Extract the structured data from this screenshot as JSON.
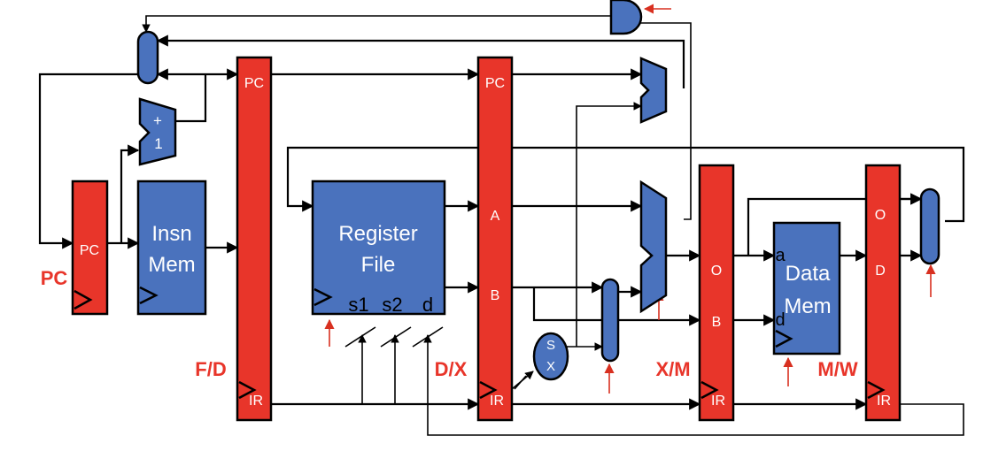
{
  "latches": {
    "pc_reg": {
      "label": "PC",
      "stage": "PC"
    },
    "fd": {
      "stage": "F/D",
      "top": "PC",
      "bottom": "IR"
    },
    "dx": {
      "stage": "D/X",
      "top": "PC",
      "a": "A",
      "b": "B",
      "bottom": "IR"
    },
    "xm": {
      "stage": "X/M",
      "o": "O",
      "b": "B",
      "bottom": "IR"
    },
    "mw": {
      "stage": "M/W",
      "o": "O",
      "d": "D",
      "bottom": "IR"
    }
  },
  "units": {
    "insn_mem": {
      "line1": "Insn",
      "line2": "Mem"
    },
    "register_file": {
      "line1": "Register",
      "line2": "File",
      "port_s1": "s1",
      "port_s2": "s2",
      "port_d": "d"
    },
    "data_mem": {
      "line1": "Data",
      "line2": "Mem",
      "port_a": "a",
      "port_d": "d"
    },
    "adder": {
      "plus": "+",
      "one": "1"
    },
    "sign_extend": {
      "line1": "S",
      "line2": "X"
    }
  }
}
